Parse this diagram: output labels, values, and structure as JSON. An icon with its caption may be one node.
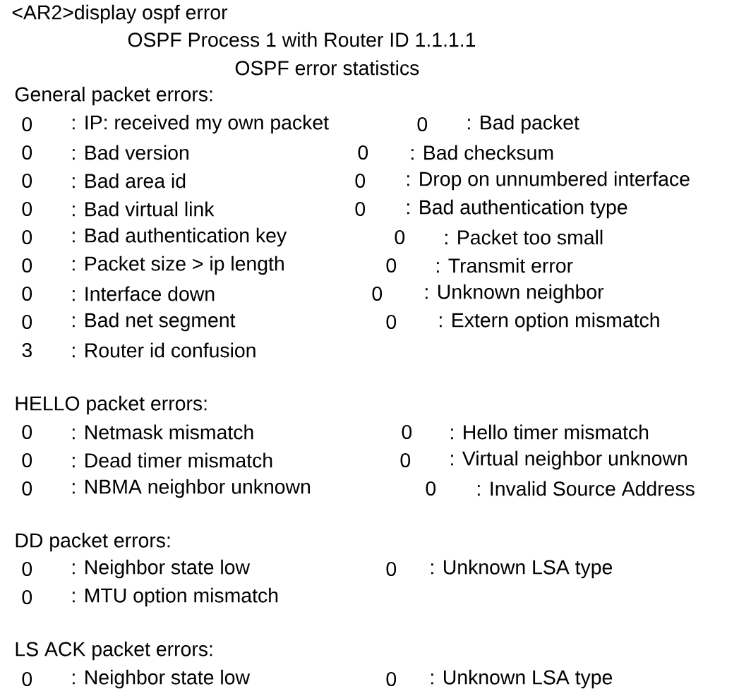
{
  "diagram": {
    "labels": [
      "<AR2>display ospf error",
      "OSPF Process 1 with Router ID 1.1.1.1",
      "OSPF error statistics",
      "General packet errors:",
      "0",
      ": IP: received my own packet",
      "0",
      ": Bad packet",
      "0",
      ": Bad version",
      "0",
      ": Bad checksum",
      "0",
      ": Bad area id",
      "0",
      ": Drop on unnumbered interface",
      "0",
      ": Bad virtual link",
      "0",
      ": Bad authentication type",
      "0",
      ": Bad authentication key",
      "0",
      ": Packet too small",
      "0",
      ": Packet size > ip length",
      "0",
      ": Transmit error",
      "0",
      ": Interface down",
      "0",
      ": Unknown neighbor",
      "0",
      ": Bad net segment",
      "0",
      ": Extern option mismatch",
      "3",
      ": Router id confusion",
      "HELLO packet errors:",
      "0",
      ": Netmask mismatch",
      "0",
      ": Hello timer mismatch",
      "0",
      ": Dead timer mismatch",
      "0",
      ": Virtual neighbor unknown",
      "0",
      ": NBMA neighbor unknown",
      "0",
      ": Invalid Source Address",
      "DD packet errors:",
      "0",
      ": Neighbor state low",
      "0",
      ": Unknown LSA type",
      "0",
      ": MTU option mismatch",
      "LS ACK packet errors:",
      "0",
      ": Neighbor state low",
      "0",
      ": Unknown LSA type"
    ]
  }
}
